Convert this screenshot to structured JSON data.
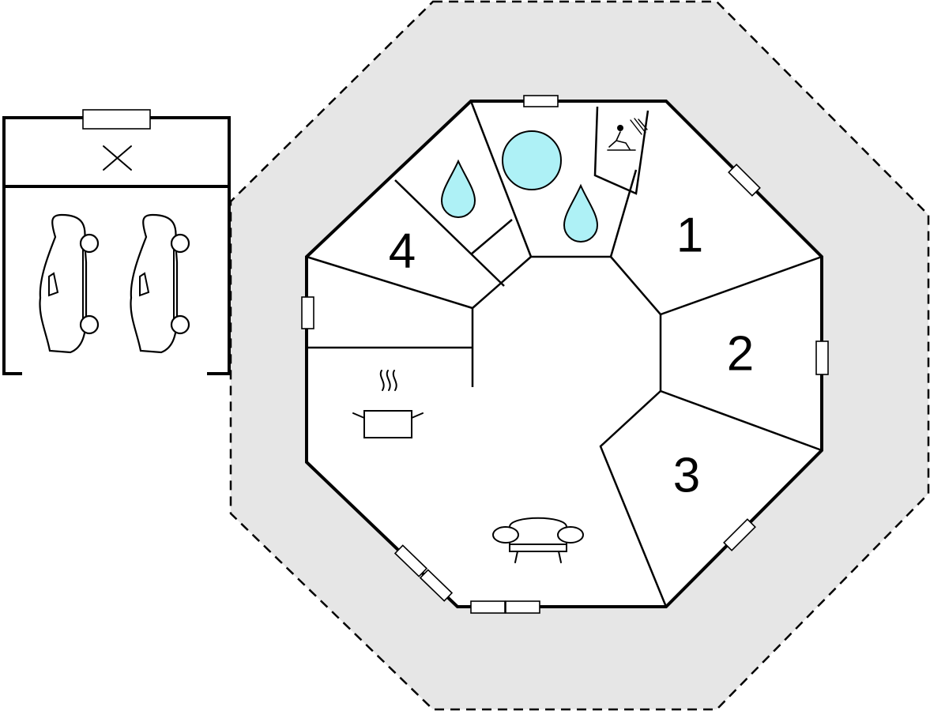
{
  "rooms": [
    {
      "label": "1"
    },
    {
      "label": "2"
    },
    {
      "label": "3"
    },
    {
      "label": "4"
    }
  ],
  "icons": [
    "garage-x-mark",
    "car-icon",
    "car-icon",
    "water-drop-icon",
    "water-drop-icon",
    "pool-icon",
    "sauna-icon",
    "kitchen-pot-icon",
    "sofa-icon"
  ],
  "colors": {
    "terrace": "#e6e6e6",
    "terrace_border": "#000000",
    "walls": "#000000",
    "water": "#aef1f6",
    "interior": "#ffffff"
  }
}
